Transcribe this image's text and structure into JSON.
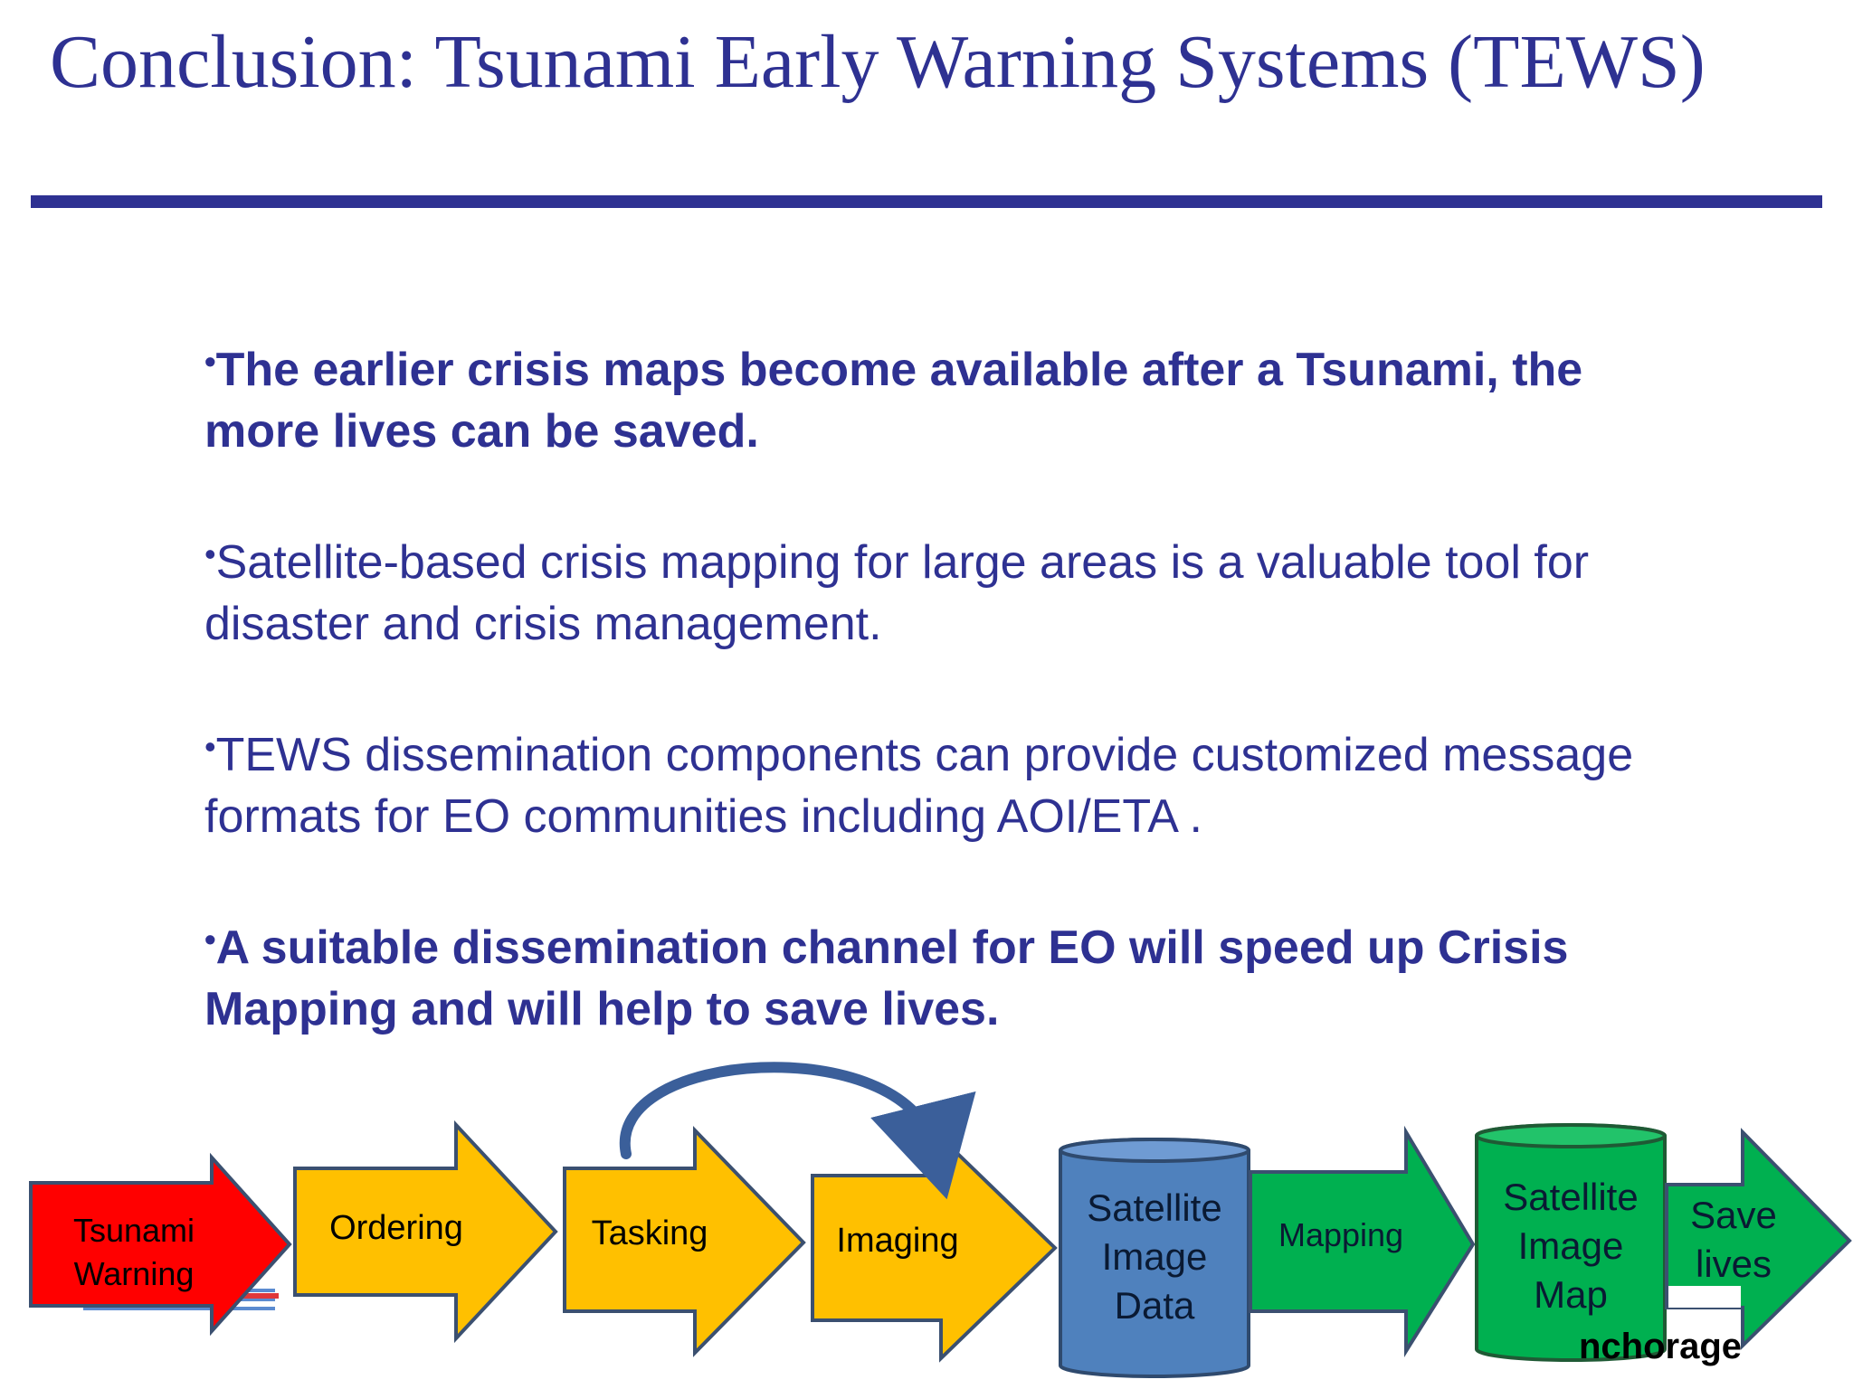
{
  "slide": {
    "title": "Conclusion: Tsunami Early Warning Systems (TEWS)"
  },
  "bullets": [
    {
      "text": "The earlier crisis maps become available after a Tsunami, the more lives can be saved.",
      "bold": true
    },
    {
      "text": "Satellite-based crisis mapping for large areas is a valuable tool for disaster and crisis management.",
      "bold": false
    },
    {
      "text": "TEWS  dissemination components can provide customized message formats for EO communities including AOI/ETA .",
      "bold": false
    },
    {
      "text": "A suitable dissemination channel for EO will speed up Crisis Mapping and will help to save lives.",
      "bold": true
    }
  ],
  "flow": {
    "steps": [
      {
        "id": "tsunami-warning",
        "lines": [
          "Tsunami",
          "Warning"
        ],
        "shape": "arrow",
        "color": "#ff0000"
      },
      {
        "id": "ordering",
        "lines": [
          "Ordering"
        ],
        "shape": "arrow",
        "color": "#ffc000"
      },
      {
        "id": "tasking",
        "lines": [
          "Tasking"
        ],
        "shape": "arrow",
        "color": "#ffc000"
      },
      {
        "id": "imaging",
        "lines": [
          "Imaging"
        ],
        "shape": "arrow",
        "color": "#ffc000"
      },
      {
        "id": "satellite-image-data",
        "lines": [
          "Satellite",
          "Image",
          "Data"
        ],
        "shape": "cylinder",
        "color": "#4f81bd"
      },
      {
        "id": "mapping",
        "lines": [
          "Mapping"
        ],
        "shape": "arrow",
        "color": "#00b050"
      },
      {
        "id": "satellite-image-map",
        "lines": [
          "Satellite",
          "Image",
          "Map"
        ],
        "shape": "cylinder",
        "color": "#00b050"
      },
      {
        "id": "save-lives",
        "lines": [
          "Save",
          "lives"
        ],
        "shape": "arrow",
        "color": "#00b050"
      }
    ],
    "loop_arrow_color": "#3b5f9a",
    "outline_color": "#3b5070"
  },
  "partial_footer_text": "nchorage"
}
